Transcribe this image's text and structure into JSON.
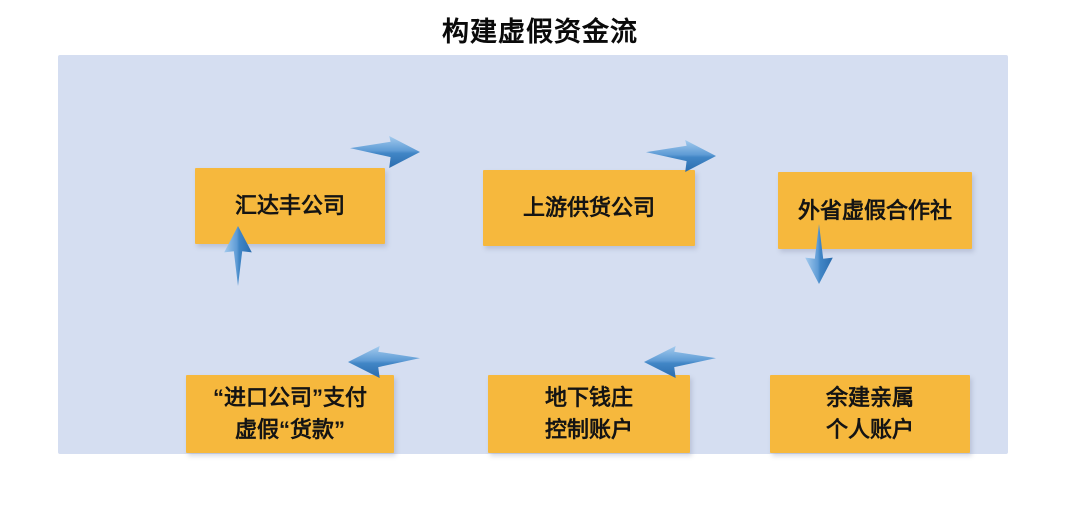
{
  "title": "构建虚假资金流",
  "colors": {
    "page_background": "#FFFFFF",
    "panel_background": "#D5DEF1",
    "node_fill": "#F6B83D",
    "node_text": "#141414",
    "arrow_blue_light": "#A4CBEE",
    "arrow_blue_dark": "#2A6CAE"
  },
  "diagram": {
    "nodes": [
      {
        "id": "huidafeng-company",
        "lines": [
          "汇达丰公司"
        ]
      },
      {
        "id": "upstream-supplier-company",
        "lines": [
          "上游供货公司"
        ]
      },
      {
        "id": "out-of-province-fake-cooperative",
        "lines": [
          "外省虚假合作社"
        ]
      },
      {
        "id": "import-company-pays-fake-payment",
        "lines": [
          "“进口公司”支付",
          "虚假“货款”"
        ]
      },
      {
        "id": "underground-bank-controlled-account",
        "lines": [
          "地下钱庄",
          "控制账户"
        ]
      },
      {
        "id": "yujian-relatives-personal-account",
        "lines": [
          "余建亲属",
          "个人账户"
        ]
      }
    ],
    "flow": [
      {
        "from": "汇达丰公司",
        "to": "上游供货公司",
        "direction": "right"
      },
      {
        "from": "上游供货公司",
        "to": "外省虚假合作社",
        "direction": "right"
      },
      {
        "from": "外省虚假合作社",
        "to": "余建亲属个人账户",
        "direction": "down"
      },
      {
        "from": "余建亲属个人账户",
        "to": "地下钱庄控制账户",
        "direction": "left"
      },
      {
        "from": "地下钱庄控制账户",
        "to": "“进口公司”支付虚假“货款”",
        "direction": "left"
      },
      {
        "from": "“进口公司”支付虚假“货款”",
        "to": "汇达丰公司",
        "direction": "up"
      }
    ]
  }
}
